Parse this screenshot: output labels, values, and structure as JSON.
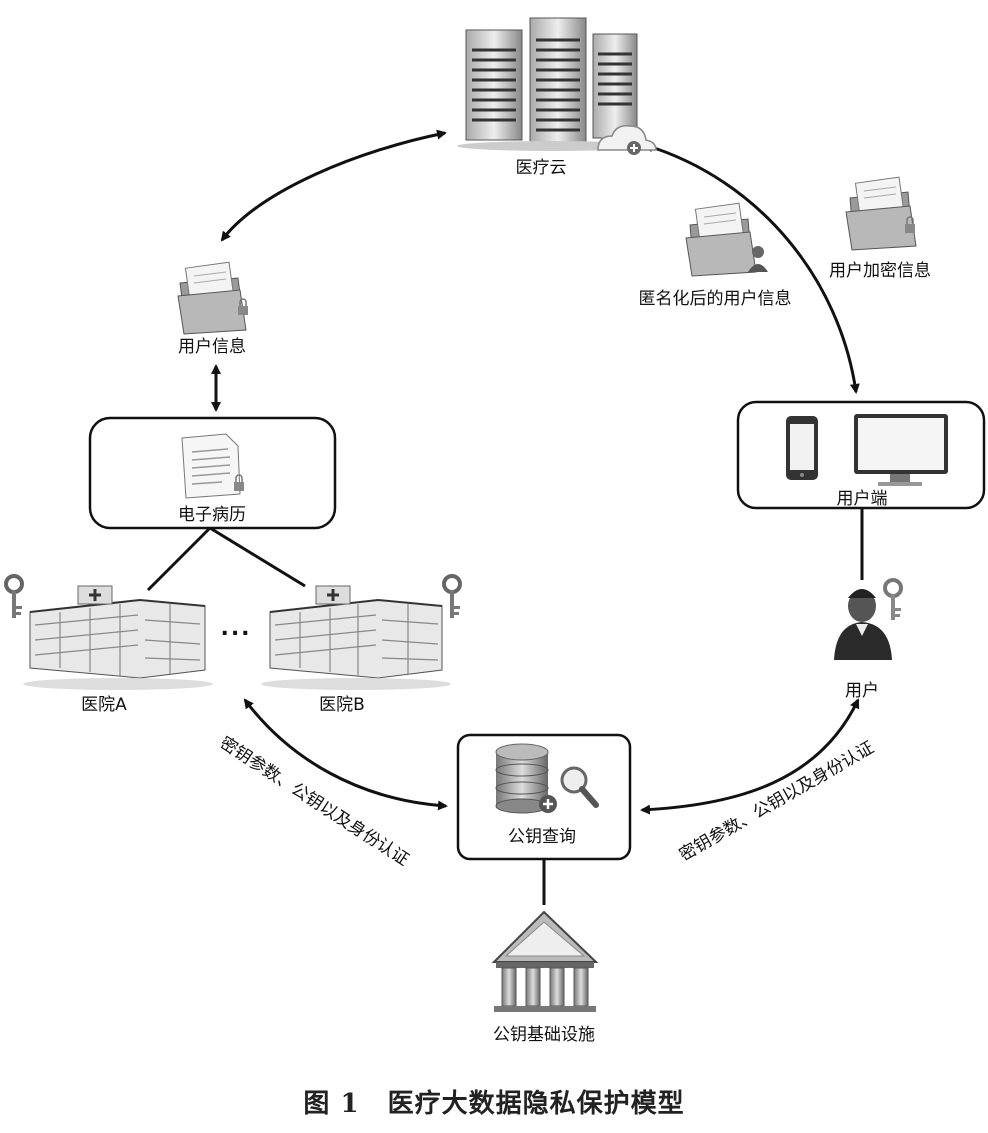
{
  "nodes": {
    "cloud": "医疗云",
    "user_info": "用户信息",
    "emr": "电子病历",
    "hospital_a": "医院A",
    "hospital_b": "医院B",
    "ellipsis": "...",
    "user_terminal": "用户端",
    "user": "用户",
    "pk_query": "公钥查询",
    "pki": "公钥基础设施",
    "anon_info": "匿名化后的用户信息",
    "enc_info": "用户加密信息"
  },
  "edges": {
    "left_label": "密钥参数、公钥以及身份认证",
    "right_label": "密钥参数、公钥以及身份认证"
  },
  "caption": {
    "number": "图 1",
    "title": "医疗大数据隐私保护模型"
  }
}
